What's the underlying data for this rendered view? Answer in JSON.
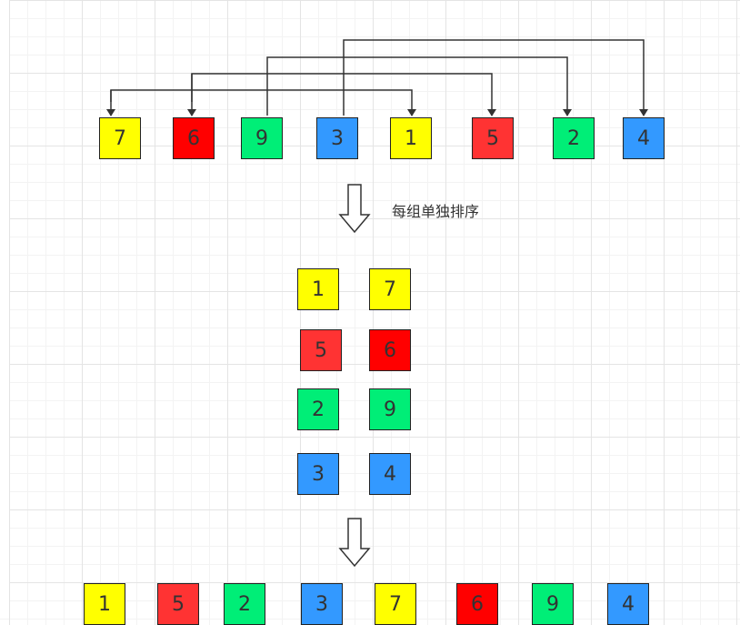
{
  "colors": {
    "yellow": "#ffff00",
    "red": "#ff0000",
    "light_red": "#ff3333",
    "green": "#00ee77",
    "blue": "#3399ff",
    "line": "#333333"
  },
  "step_label": "每组单独排序",
  "rows": {
    "original": [
      {
        "value": "7",
        "color": "yellow"
      },
      {
        "value": "6",
        "color": "red"
      },
      {
        "value": "9",
        "color": "green"
      },
      {
        "value": "3",
        "color": "blue"
      },
      {
        "value": "1",
        "color": "yellow"
      },
      {
        "value": "5",
        "color": "light_red"
      },
      {
        "value": "2",
        "color": "green"
      },
      {
        "value": "4",
        "color": "blue"
      }
    ],
    "groups": [
      [
        {
          "value": "1",
          "color": "yellow"
        },
        {
          "value": "7",
          "color": "yellow"
        }
      ],
      [
        {
          "value": "5",
          "color": "light_red"
        },
        {
          "value": "6",
          "color": "red"
        }
      ],
      [
        {
          "value": "2",
          "color": "green"
        },
        {
          "value": "9",
          "color": "green"
        }
      ],
      [
        {
          "value": "3",
          "color": "blue"
        },
        {
          "value": "4",
          "color": "blue"
        }
      ]
    ],
    "result": [
      {
        "value": "1",
        "color": "yellow"
      },
      {
        "value": "5",
        "color": "light_red"
      },
      {
        "value": "2",
        "color": "green"
      },
      {
        "value": "3",
        "color": "blue"
      },
      {
        "value": "7",
        "color": "yellow"
      },
      {
        "value": "6",
        "color": "red"
      },
      {
        "value": "9",
        "color": "green"
      },
      {
        "value": "4",
        "color": "blue"
      }
    ]
  }
}
